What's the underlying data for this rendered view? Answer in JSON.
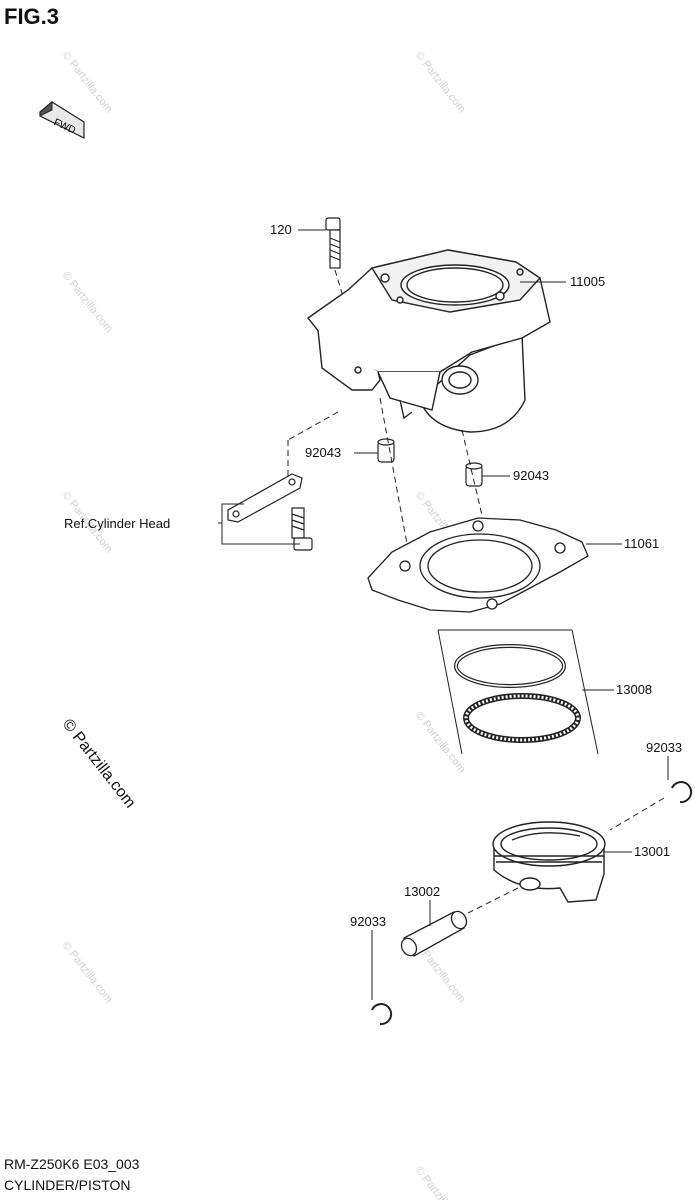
{
  "figure": {
    "title": "FIG.3",
    "model_code": "RM-Z250K6 E03_003",
    "section_name": "CYLINDER/PISTON"
  },
  "fwd_badge": {
    "text": "FWD"
  },
  "parts": {
    "bolt_120": "120",
    "cylinder_11005": "11005",
    "dowel_left_92043": "92043",
    "dowel_right_92043": "92043",
    "ref_cylinder_head": "Ref.Cylinder Head",
    "gasket_11061": "11061",
    "rings_13008": "13008",
    "circlip_right_92033": "92033",
    "piston_13001": "13001",
    "pin_13002": "13002",
    "circlip_left_92033": "92033"
  },
  "watermark": {
    "main": "© Partzilla.com",
    "repeat": "© Partzilla.com"
  }
}
